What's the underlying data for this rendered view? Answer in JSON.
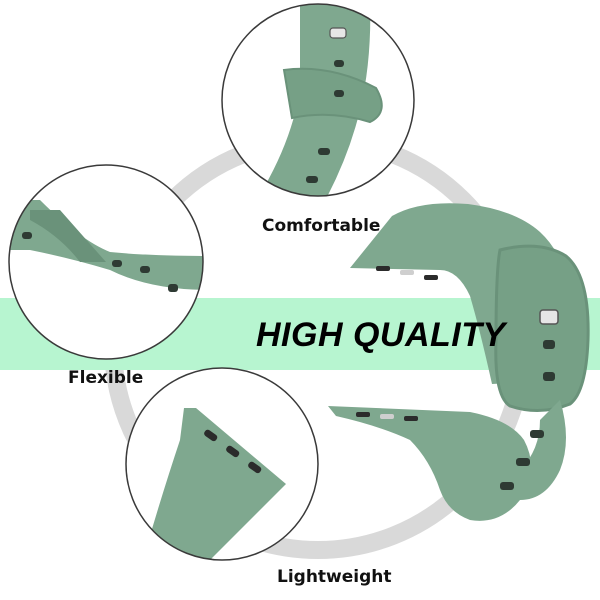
{
  "headline": "HIGH QUALITY",
  "features": [
    {
      "label": "Comfortable"
    },
    {
      "label": "Flexible"
    },
    {
      "label": "Lightweight"
    }
  ],
  "colors": {
    "band": "#7fa88f",
    "band_shadow": "#6a927a",
    "banner": "#b7f5d0",
    "ring": "#d9d9d9",
    "circle_border": "#3a3a3a"
  },
  "icons": [
    "watch-band",
    "pin-buckle"
  ]
}
